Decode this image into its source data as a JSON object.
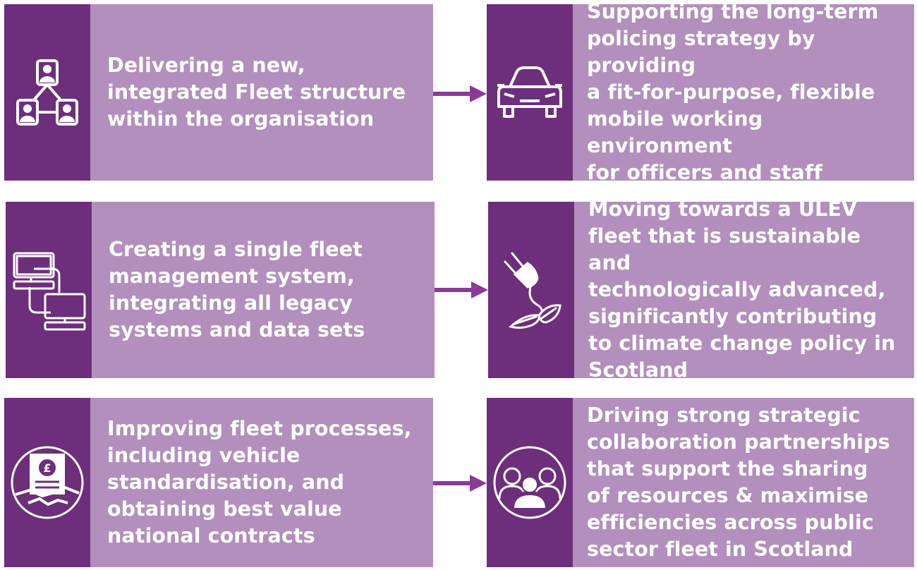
{
  "colors": {
    "card_bg": "#b28fbc",
    "icon_bg": "#6d2e7b",
    "arrow": "#8b3a97",
    "text": "#ffffff"
  },
  "rows": [
    {
      "left": {
        "icon": "people-network-icon",
        "text": "Delivering a new,\nintegrated Fleet structure\nwithin the organisation"
      },
      "right": {
        "icon": "car-icon",
        "text": "Supporting the long-term\npolicing strategy by providing\na fit-for-purpose, flexible\nmobile working environment\nfor officers and staff"
      }
    },
    {
      "left": {
        "icon": "connected-computers-icon",
        "text": "Creating a single fleet\nmanagement system,\nintegrating all legacy\nsystems and data sets"
      },
      "right": {
        "icon": "eco-plug-icon",
        "text": "Moving towards a ULEV\nfleet that is sustainable and\ntechnologically advanced,\nsignificantly contributing\nto climate change policy in\nScotland"
      }
    },
    {
      "left": {
        "icon": "contract-handshake-icon",
        "text": "Improving fleet processes,\nincluding vehicle\nstandardisation, and\nobtaining best value\nnational contracts"
      },
      "right": {
        "icon": "collaboration-people-icon",
        "text": "Driving strong strategic\ncollaboration partnerships\nthat support the sharing\nof resources & maximise\nefficiencies across public\nsector fleet in Scotland"
      }
    }
  ]
}
